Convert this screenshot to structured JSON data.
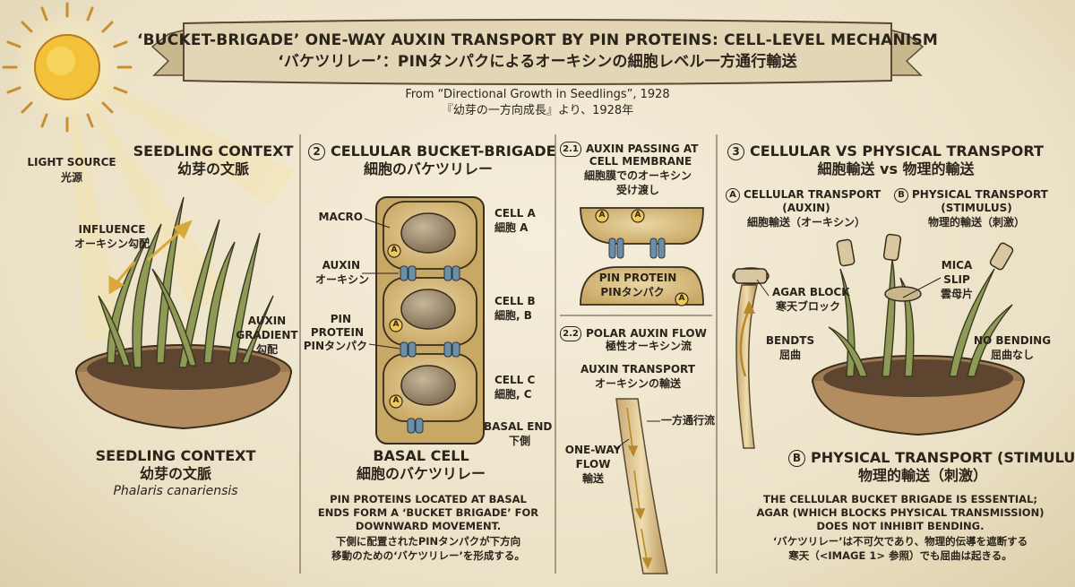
{
  "banner": {
    "title_en": "‘BUCKET-BRIGADE’ ONE-WAY AUXIN TRANSPORT BY PIN PROTEINS: CELL-LEVEL MECHANISM",
    "title_ja": "‘バケツリレー’：PINタンパクによるオーキシンの細胞レベル一方通行輸送"
  },
  "source": {
    "en": "From “Directional Growth in Seedlings”, 1928",
    "ja": "『幼芽の一方向成長』より、1928年"
  },
  "panel1": {
    "heading_en": "SEEDLING CONTEXT",
    "heading_ja": "幼芽の文脈",
    "light_en": "LIGHT SOURCE",
    "light_ja": "光源",
    "influence_en": "INFLUENCE",
    "influence_ja": "オーキシン勾配",
    "gradient_en1": "AUXIN",
    "gradient_en2": "GRADIENT",
    "gradient_ja": "勾配",
    "caption_en": "SEEDLING CONTEXT",
    "caption_ja": "幼芽の文脈",
    "species": "Phalaris canariensis"
  },
  "panel2": {
    "number": "2",
    "heading_en": "CELLULAR BUCKET-BRIGADE",
    "heading_ja": "細胞のバケツリレー",
    "macro": "MACRO",
    "auxin_en": "AUXIN",
    "auxin_ja": "オーキシン",
    "pin_en1": "PIN",
    "pin_en2": "PROTEIN",
    "pin_ja": "PINタンパク",
    "cell_a_en": "CELL A",
    "cell_a_ja": "細胞 A",
    "cell_b_en": "CELL B",
    "cell_b_ja": "細胞, B",
    "cell_c_en": "CELL C",
    "cell_c_ja": "細胞, C",
    "basal_end_en": "BASAL END",
    "basal_end_ja": "下側",
    "basal_cell_en": "BASAL CELL",
    "basal_cell_ja": "細胞のバケツリレー",
    "desc_en1": "PIN PROTEINS LOCATED AT BASAL",
    "desc_en2": "ENDS FORM A ‘BUCKET BRIGADE’ FOR",
    "desc_en3": "DOWNWARD MOVEMENT.",
    "desc_ja1": "下側に配置されたPINタンパクが下方向",
    "desc_ja2": "移動のための‘バケツリレー’を形成する。",
    "auxin_marker": "A"
  },
  "panel21": {
    "number": "2.1",
    "heading_en1": "AUXIN PASSING AT",
    "heading_en2": "CELL MEMBRANE",
    "heading_ja1": "細胞膜でのオーキシン",
    "heading_ja2": "受け渡し",
    "pin_en": "PIN PROTEIN",
    "pin_ja": "PINタンパク"
  },
  "panel22": {
    "number": "2.2",
    "heading_en": "POLAR AUXIN FLOW",
    "heading_ja": "極性オーキシン流",
    "transport_en": "AUXIN TRANSPORT",
    "transport_ja": "オーキシンの輸送",
    "oneway_ja": "一方通行流",
    "oneway_en1": "ONE-WAY",
    "oneway_en2": "FLOW",
    "oneway_ja2": "輸送"
  },
  "panel3": {
    "number": "3",
    "heading_en": "CELLULAR VS PHYSICAL TRANSPORT",
    "heading_ja": "細胞輸送 vs 物理的輸送",
    "a_marker": "A",
    "a_en1": "CELLULAR TRANSPORT",
    "a_en2": "(AUXIN)",
    "a_ja": "細胞輸送（オーキシン）",
    "b_marker": "B",
    "b_en1": "PHYSICAL TRANSPORT",
    "b_en2": "(STIMULUS)",
    "b_ja": "物理的輸送（刺激）",
    "agar_en": "AGAR BLOCK",
    "agar_ja": "寒天ブロック",
    "mica_en1": "MICA",
    "mica_en2": "SLIP",
    "mica_ja": "雲母片",
    "bends_en": "BENDTS",
    "bends_ja": "屈曲",
    "nobend_en": "NO BENDING",
    "nobend_ja": "屈曲なし",
    "b2_heading_en": "PHYSICAL TRANSPORT (STIMULUS)",
    "b2_heading_ja": "物理的輸送（刺激）",
    "concl_en1": "THE CELLULAR BUCKET BRIGADE IS ESSENTIAL;",
    "concl_en2": "AGAR (WHICH BLOCKS PHYSICAL TRANSMISSION)",
    "concl_en3": "DOES NOT INHIBIT BENDING.",
    "concl_ja1": "‘バケツリレー’は不可欠であり、物理的伝導を遮断する",
    "concl_ja2": "寒天（<IMAGE 1> 参照）でも屈曲は起きる。"
  },
  "colors": {
    "ink": "#2b241b",
    "parchment": "#efe6cf",
    "sun": "#f3c23a",
    "cell_fill": "#dcc28a",
    "nucleus": "#9c8a6a",
    "pin": "#6d8fa6",
    "soil": "#6b4f35",
    "pot": "#b8956b",
    "arrow": "#e0b33c"
  }
}
